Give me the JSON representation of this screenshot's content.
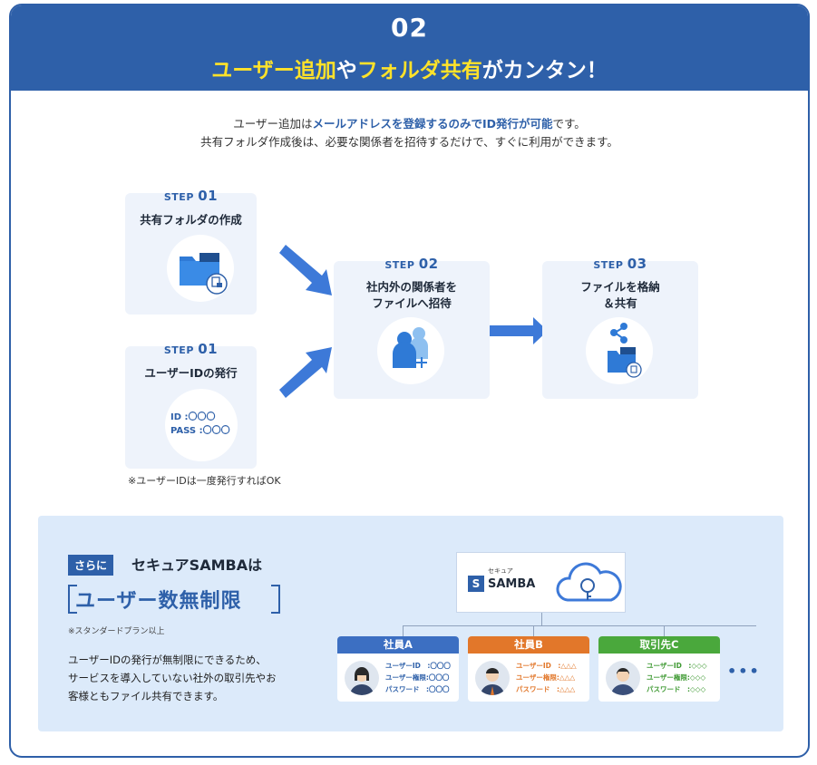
{
  "banner": {
    "number": "02",
    "title_part1": "ユーザー追加",
    "title_part2": "や",
    "title_part3": "フォルダ共有",
    "title_part4": "がカンタン！"
  },
  "intro": {
    "line1_a": "ユーザー追加は",
    "line1_b": "メールアドレスを登録するのみでID発行が可能",
    "line1_c": "です。",
    "line2": "共有フォルダ作成後は、必要な関係者を招待するだけで、すぐに利用ができます。"
  },
  "steps": {
    "step1a": {
      "label": "STEP",
      "num": "01",
      "title": "共有フォルダの作成",
      "icon": "shared-folder-icon"
    },
    "step1b": {
      "label": "STEP",
      "num": "01",
      "title": "ユーザーIDの発行",
      "id_line": "ID :〇〇〇",
      "pass_line": "PASS :〇〇〇"
    },
    "step2": {
      "label": "STEP",
      "num": "02",
      "title_line1": "社内外の関係者を",
      "title_line2": "ファイルへ招待",
      "icon": "add-users-icon"
    },
    "step3": {
      "label": "STEP",
      "num": "03",
      "title_line1": "ファイルを格納",
      "title_line2": "＆共有",
      "icon": "share-folder-icon"
    }
  },
  "step_note": "※ユーザーIDは一度発行すればOK",
  "promo": {
    "badge": "さらに",
    "headline": "セキュアSAMBAは",
    "unlimited": "ユーザー数無制限",
    "note": "※スタンダードプラン以上",
    "desc_line1": "ユーザーIDの発行が無制限にできるため、",
    "desc_line2": "サービスを導入していない社外の取引先やお",
    "desc_line3": "客様ともファイル共有できます。",
    "samba_small": "セキュア",
    "samba_name": "SAMBA",
    "samba_mark": "S",
    "more": "•••"
  },
  "members": [
    {
      "name": "社員A",
      "row1": "ユーザーID　:〇〇〇",
      "row2": "ユーザー権限:〇〇〇",
      "row3": "パスワード　:〇〇〇"
    },
    {
      "name": "社員B",
      "row1": "ユーザーID　:△△△",
      "row2": "ユーザー権限:△△△",
      "row3": "パスワード　:△△△"
    },
    {
      "name": "取引先C",
      "row1": "ユーザーID　:◇◇◇",
      "row2": "ユーザー権限:◇◇◇",
      "row3": "パスワード　:◇◇◇"
    }
  ],
  "colors": {
    "brand_blue": "#2e60a9",
    "accent_yellow": "#ffe229",
    "member_a": "#3c6fc2",
    "member_b": "#e2772a",
    "member_c": "#4aa83c"
  }
}
